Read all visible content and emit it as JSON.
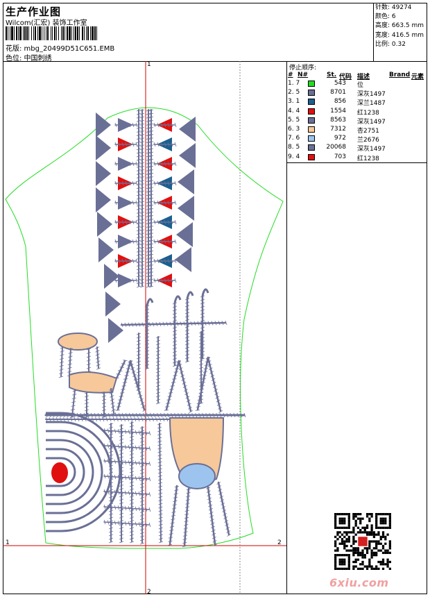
{
  "header": {
    "title": "生产作业图",
    "company": "Wilcom(汇宏) 装饰工作室",
    "filename_line": "花版: mbg_20499D51C651.EMB",
    "color_line": "色位: 中国刺绣"
  },
  "stats": {
    "stitches": "针数: 49274",
    "colors": "颜色: 6",
    "height": "高度: 663.5 mm",
    "width": "宽度: 416.5 mm",
    "scale": "比例: 0.32"
  },
  "sequence": {
    "title": "停止顺序:",
    "headers": {
      "num": "#",
      "no": "N#",
      "st": "St.",
      "code": "代码",
      "desc": "描述",
      "brand": "Brand",
      "element": "元素"
    },
    "rows": [
      {
        "seq": "1. 7",
        "st": "543",
        "desc": "位",
        "color": "#22dd22"
      },
      {
        "seq": "2. 5",
        "st": "8701",
        "desc": "深灰1497",
        "color": "#6a6f96"
      },
      {
        "seq": "3. 1",
        "st": "856",
        "desc": "深兰1487",
        "color": "#1c5f8f"
      },
      {
        "seq": "4. 4",
        "st": "1554",
        "desc": "红1238",
        "color": "#e01010"
      },
      {
        "seq": "5. 5",
        "st": "8563",
        "desc": "深灰1497",
        "color": "#6a6f96"
      },
      {
        "seq": "6. 3",
        "st": "7312",
        "desc": "杏2751",
        "color": "#f6c89a"
      },
      {
        "seq": "7. 6",
        "st": "972",
        "desc": "兰2676",
        "color": "#9cc4ee"
      },
      {
        "seq": "8. 5",
        "st": "20068",
        "desc": "深灰1497",
        "color": "#6a6f96"
      },
      {
        "seq": "9. 4",
        "st": "703",
        "desc": "红1238",
        "color": "#e01010"
      }
    ]
  },
  "axes": {
    "top": "1",
    "bottom": "2",
    "left": "1",
    "right": "2"
  },
  "watermark": "6xiu.com",
  "colors": {
    "gray": "#6a6f96",
    "blue": "#1c5f8f",
    "red": "#e01010",
    "apricot": "#f6c89a",
    "lightblue": "#9cc4ee",
    "outline": "#22dd22"
  }
}
